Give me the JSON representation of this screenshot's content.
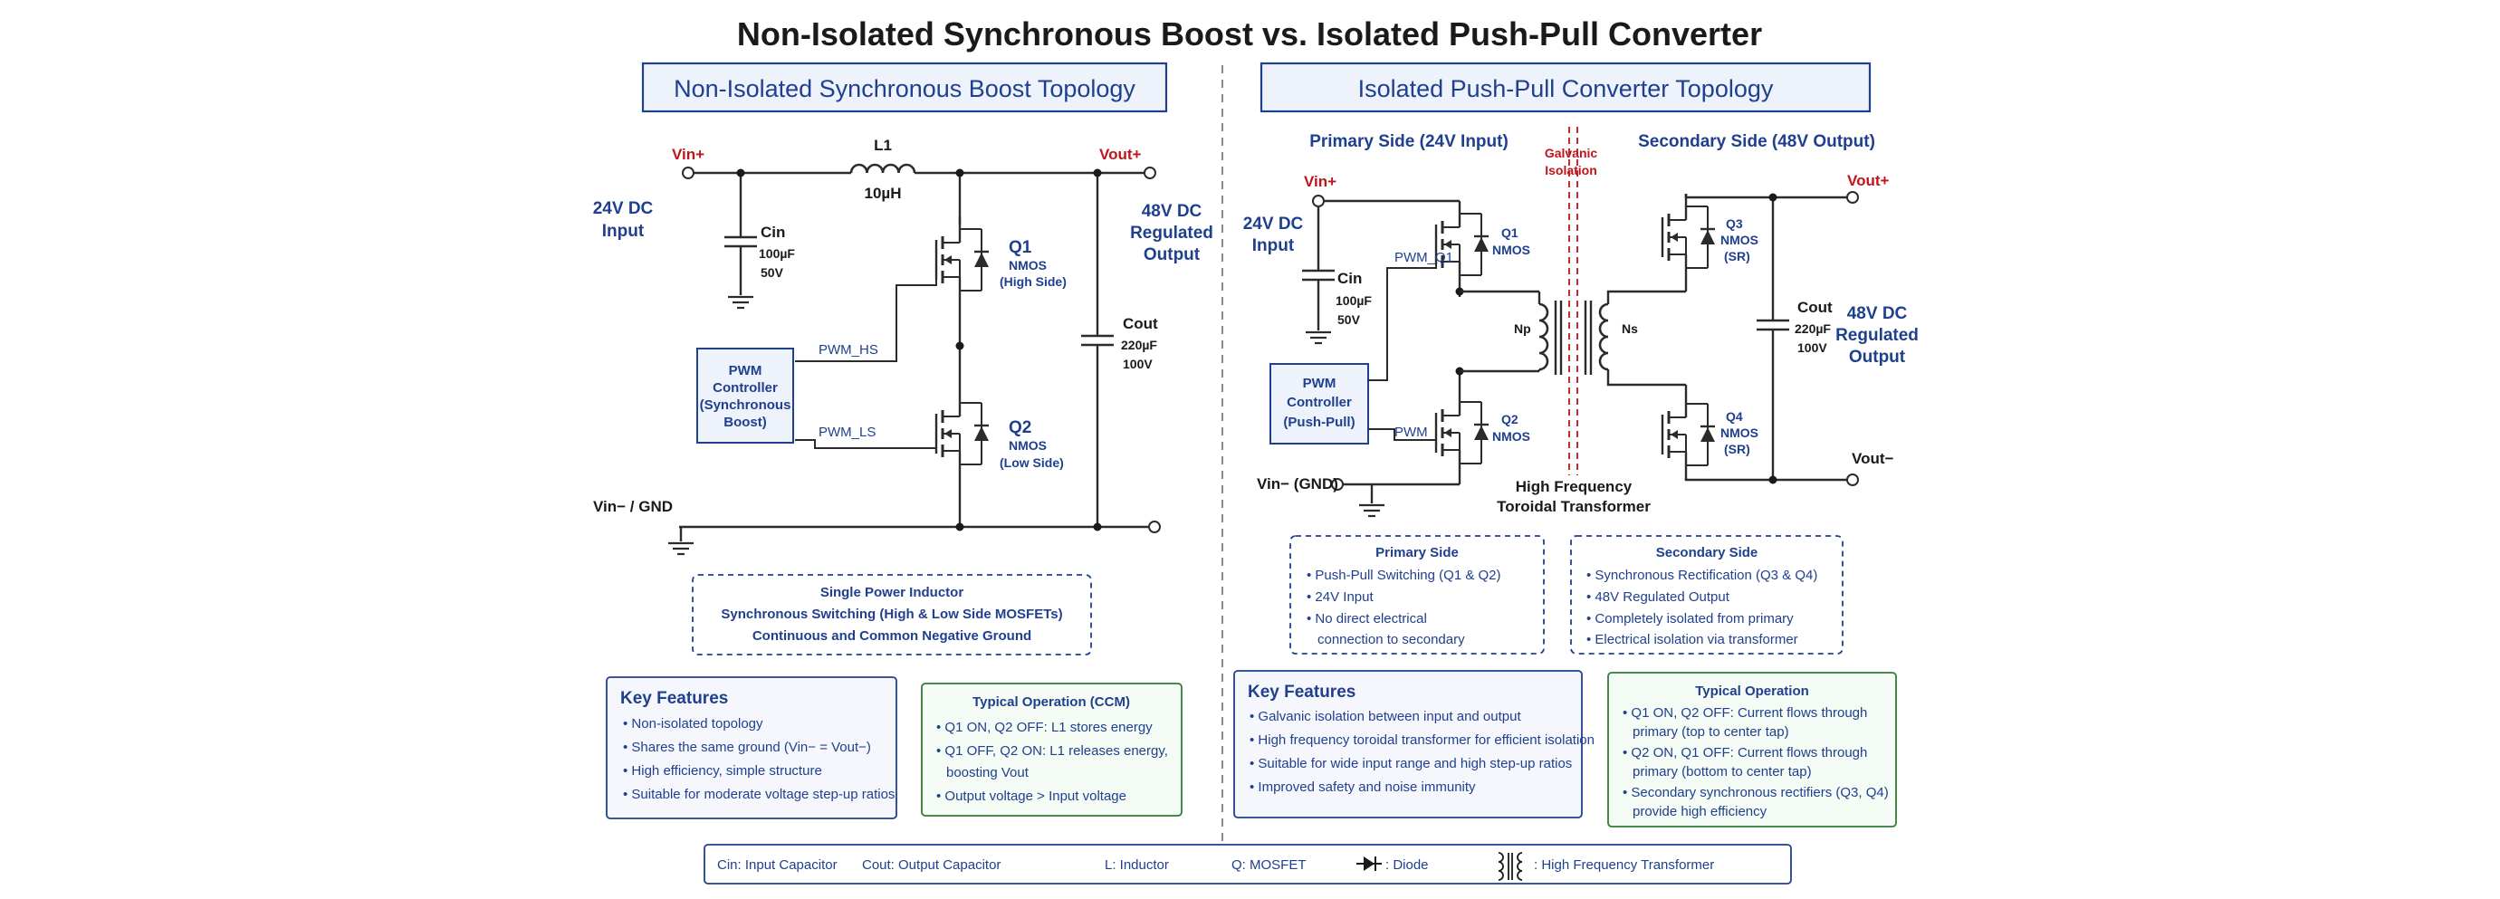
{
  "title": "Non-Isolated Synchronous Boost vs. Isolated Push-Pull Converter",
  "colors": {
    "accent_blue": "#1f3f8f",
    "accent_red": "#c0141b",
    "accent_green": "#2e7d32",
    "box_fill": "#eef2fb"
  },
  "boost": {
    "header": "Non-Isolated Synchronous Boost Topology",
    "vin_plus": "Vin+",
    "vout_plus": "Vout+",
    "input_label": [
      "24V DC",
      "Input"
    ],
    "output_label": [
      "48V DC",
      "Regulated",
      "Output"
    ],
    "inductor": {
      "name": "L1",
      "value": "10µH"
    },
    "cin": {
      "name": "Cin",
      "value": "100µF",
      "rating": "50V"
    },
    "cout": {
      "name": "Cout",
      "value": "220µF",
      "rating": "100V"
    },
    "q1": [
      "Q1",
      "NMOS",
      "(High Side)"
    ],
    "q2": [
      "Q2",
      "NMOS",
      "(Low Side)"
    ],
    "controller": [
      "PWM",
      "Controller",
      "(Synchronous",
      "Boost)"
    ],
    "pwm_hs": "PWM_HS",
    "pwm_ls": "PWM_LS",
    "gnd": "Vin− / GND",
    "summary": [
      "Single Power Inductor",
      "Synchronous Switching (High & Low Side MOSFETs)",
      "Continuous and Common Negative Ground"
    ],
    "features_title": "Key Features",
    "features": [
      "Non-isolated topology",
      "Shares the same ground (Vin− = Vout−)",
      "High efficiency, simple structure",
      "Suitable for moderate voltage step-up ratios"
    ],
    "operation_title": "Typical Operation (CCM)",
    "operation": [
      "Q1 ON, Q2 OFF: L1 stores energy",
      "Q1 OFF, Q2 ON: L1 releases energy,",
      "boosting Vout",
      "Output voltage > Input voltage"
    ]
  },
  "pushpull": {
    "header": "Isolated Push-Pull Converter Topology",
    "primary_side": "Primary Side (24V Input)",
    "secondary_side": "Secondary Side (48V Output)",
    "isolation": [
      "Galvanic",
      "Isolation"
    ],
    "vin_plus": "Vin+",
    "vout_plus": "Vout+",
    "vout_minus": "Vout−",
    "input_label": [
      "24V DC",
      "Input"
    ],
    "output_label": [
      "48V DC",
      "Regulated",
      "Output"
    ],
    "cin": {
      "name": "Cin",
      "value": "100µF",
      "rating": "50V"
    },
    "cout": {
      "name": "Cout",
      "value": "220µF",
      "rating": "100V"
    },
    "q1": [
      "Q1",
      "NMOS"
    ],
    "q2": [
      "Q2",
      "NMOS"
    ],
    "q3": [
      "Q3",
      "NMOS",
      "(SR)"
    ],
    "q4": [
      "Q4",
      "NMOS",
      "(SR)"
    ],
    "pwm_q1": "PWM_Q1",
    "pwm_q2": "PWM",
    "controller": [
      "PWM",
      "Controller",
      "(Push-Pull)"
    ],
    "np": "Np",
    "ns": "Ns",
    "transformer": [
      "High Frequency",
      "Toroidal Transformer"
    ],
    "gnd": "Vin− (GND)",
    "primary_box": {
      "title": "Primary Side",
      "items": [
        "Push-Pull Switching (Q1 & Q2)",
        "24V Input",
        "No direct electrical",
        "connection to secondary"
      ]
    },
    "secondary_box": {
      "title": "Secondary Side",
      "items": [
        "Synchronous Rectification (Q3 & Q4)",
        "48V Regulated Output",
        "Completely isolated from primary",
        "Electrical isolation via transformer"
      ]
    },
    "features_title": "Key Features",
    "features": [
      "Galvanic isolation between input and output",
      "High frequency toroidal transformer for efficient isolation",
      "Suitable for wide input range and high step-up ratios",
      "Improved safety and noise immunity"
    ],
    "operation_title": "Typical Operation",
    "operation": [
      "Q1 ON, Q2 OFF: Current flows through",
      "primary (top to center tap)",
      "Q2 ON, Q1 OFF: Current flows through",
      "primary (bottom to center tap)",
      "Secondary synchronous rectifiers (Q3, Q4)",
      "provide high efficiency"
    ]
  },
  "legend": [
    "Cin: Input Capacitor",
    "Cout: Output Capacitor",
    "L: Inductor",
    "Q: MOSFET",
    ": Diode",
    ": High Frequency Transformer"
  ]
}
